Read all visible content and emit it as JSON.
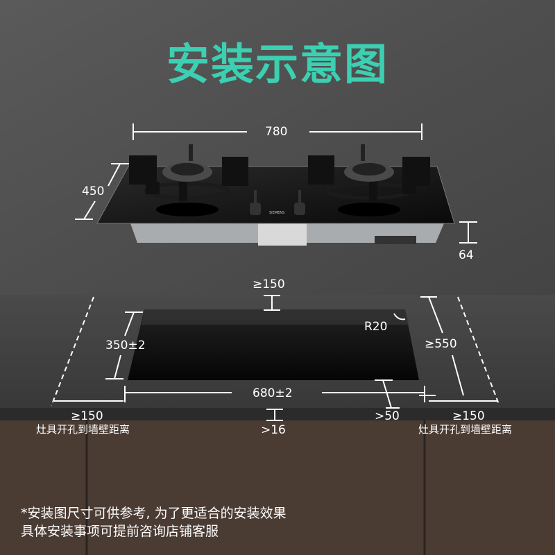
{
  "title": "安装示意图",
  "colors": {
    "title": "#3ccfb2",
    "background": "#505050",
    "counter": "#3f3f3f",
    "cabinet": "#4a3b33",
    "line": "#ffffff"
  },
  "product": {
    "brand": "SIEMENS"
  },
  "dimensions": {
    "width": "780",
    "depth": "450",
    "height": "64",
    "cutout_top_clearance": "≥150",
    "cutout_depth": "350±2",
    "corner_radius": "R20",
    "counter_depth": "≥550",
    "cutout_width": "680±2",
    "front_clearance": ">50",
    "counter_thickness": ">16",
    "left_wall_distance": "≥150",
    "left_wall_caption": "灶具开孔到墙壁距离",
    "right_wall_distance": "≥150",
    "right_wall_caption": "灶具开孔到墙壁距离"
  },
  "notes": [
    "*安装图尺寸可供参考, 为了更适合的安装效果",
    "具体安装事项可提前咨询店铺客服"
  ]
}
